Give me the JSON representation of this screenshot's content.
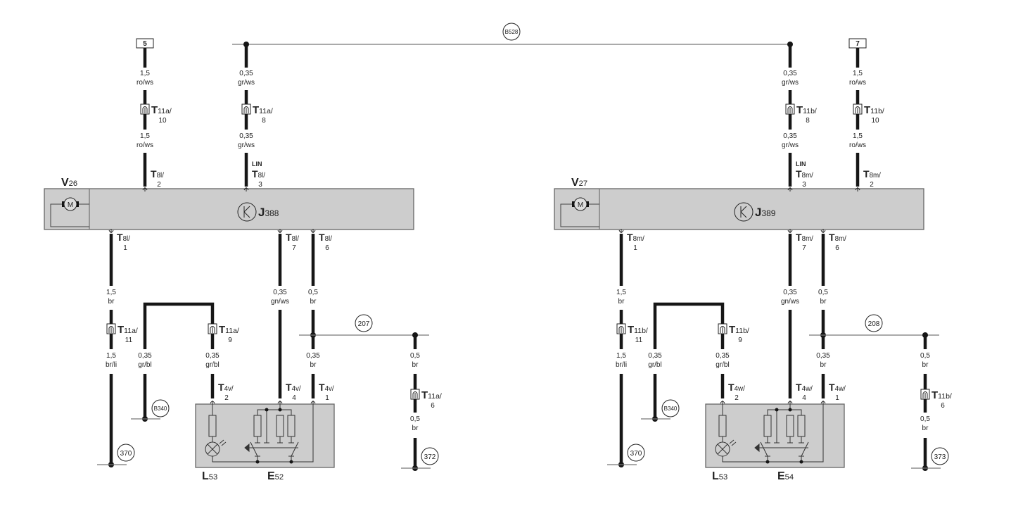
{
  "bus_top": "B528",
  "sides": [
    {
      "motor": {
        "letter": "V",
        "num": "26",
        "symbol": "M"
      },
      "module": {
        "letter": "J",
        "num": "388"
      },
      "top_wires": [
        {
          "source": "terminal",
          "terminal": "5",
          "gauge_upper": "1,5",
          "color_upper": "ro/ws",
          "conn": {
            "base": "T",
            "sub": "11a/",
            "pin": "10"
          },
          "gauge_lower": "1,5",
          "color_lower": "ro/ws",
          "signal": null,
          "pin": {
            "base": "T",
            "sub": "8l/",
            "num": "2"
          }
        },
        {
          "source": "bus",
          "gauge_upper": "0,35",
          "color_upper": "gr/ws",
          "conn": {
            "base": "T",
            "sub": "11a/",
            "pin": "8"
          },
          "gauge_lower": "0,35",
          "color_lower": "gr/ws",
          "signal": "LIN",
          "pin": {
            "base": "T",
            "sub": "8l/",
            "num": "3"
          }
        }
      ],
      "wire1": {
        "pin": {
          "base": "T",
          "sub": "8l/",
          "num": "1"
        },
        "gauge_upper": "1,5",
        "color_upper": "br",
        "conn": {
          "base": "T",
          "sub": "11a/",
          "pin": "11"
        },
        "gauge_lower": "1,5",
        "color_lower": "br/li",
        "ground": "370"
      },
      "loop": {
        "conn": {
          "base": "T",
          "sub": "11a/",
          "pin": "9"
        },
        "left_gauge": "0,35",
        "left_color": "gr/bl",
        "right_gauge": "0,35",
        "right_color": "gr/bl",
        "ground": "B340",
        "pin": {
          "base": "T",
          "sub": "4v/",
          "num": "2"
        }
      },
      "wire7": {
        "pin": {
          "base": "T",
          "sub": "8l/",
          "num": "7"
        },
        "gauge": "0,35",
        "color": "gn/ws",
        "pin2": {
          "base": "T",
          "sub": "4v/",
          "num": "4"
        }
      },
      "wire6": {
        "pin": {
          "base": "T",
          "sub": "8l/",
          "num": "6"
        },
        "gauge_upper": "0,5",
        "color_upper": "br",
        "gauge_lower": "0,35",
        "color_lower": "br",
        "pin2": {
          "base": "T",
          "sub": "4v/",
          "num": "1"
        }
      },
      "ground_bus": "207",
      "branch": {
        "gauge_upper": "0,5",
        "color_upper": "br",
        "conn": {
          "base": "T",
          "sub": "11a/",
          "pin": "6"
        },
        "gauge_lower": "0,5",
        "color_lower": "br",
        "ground": "372"
      },
      "lamp": {
        "letter": "L",
        "num": "53"
      },
      "switch": {
        "letter": "E",
        "num": "52"
      }
    },
    {
      "motor": {
        "letter": "V",
        "num": "27",
        "symbol": "M"
      },
      "module": {
        "letter": "J",
        "num": "389"
      },
      "top_wires": [
        {
          "source": "bus",
          "gauge_upper": "0,35",
          "color_upper": "gr/ws",
          "conn": {
            "base": "T",
            "sub": "11b/",
            "pin": "8"
          },
          "gauge_lower": "0,35",
          "color_lower": "gr/ws",
          "signal": "LIN",
          "pin": {
            "base": "T",
            "sub": "8m/",
            "num": "3"
          }
        },
        {
          "source": "terminal",
          "terminal": "7",
          "gauge_upper": "1,5",
          "color_upper": "ro/ws",
          "conn": {
            "base": "T",
            "sub": "11b/",
            "pin": "10"
          },
          "gauge_lower": "1,5",
          "color_lower": "ro/ws",
          "signal": null,
          "pin": {
            "base": "T",
            "sub": "8m/",
            "num": "2"
          }
        }
      ],
      "wire1": {
        "pin": {
          "base": "T",
          "sub": "8m/",
          "num": "1"
        },
        "gauge_upper": "1,5",
        "color_upper": "br",
        "conn": {
          "base": "T",
          "sub": "11b/",
          "pin": "11"
        },
        "gauge_lower": "1,5",
        "color_lower": "br/li",
        "ground": "370"
      },
      "loop": {
        "conn": {
          "base": "T",
          "sub": "11b/",
          "pin": "9"
        },
        "left_gauge": "0,35",
        "left_color": "gr/bl",
        "right_gauge": "0,35",
        "right_color": "gr/bl",
        "ground": "B340",
        "pin": {
          "base": "T",
          "sub": "4w/",
          "num": "2"
        }
      },
      "wire7": {
        "pin": {
          "base": "T",
          "sub": "8m/",
          "num": "7"
        },
        "gauge": "0,35",
        "color": "gn/ws",
        "pin2": {
          "base": "T",
          "sub": "4w/",
          "num": "4"
        }
      },
      "wire6": {
        "pin": {
          "base": "T",
          "sub": "8m/",
          "num": "6"
        },
        "gauge_upper": "0,5",
        "color_upper": "br",
        "gauge_lower": "0,35",
        "color_lower": "br",
        "pin2": {
          "base": "T",
          "sub": "4w/",
          "num": "1"
        }
      },
      "ground_bus": "208",
      "branch": {
        "gauge_upper": "0,5",
        "color_upper": "br",
        "conn": {
          "base": "T",
          "sub": "11b/",
          "pin": "6"
        },
        "gauge_lower": "0,5",
        "color_lower": "br",
        "ground": "373"
      },
      "lamp": {
        "letter": "L",
        "num": "53"
      },
      "switch": {
        "letter": "E",
        "num": "54"
      }
    }
  ]
}
